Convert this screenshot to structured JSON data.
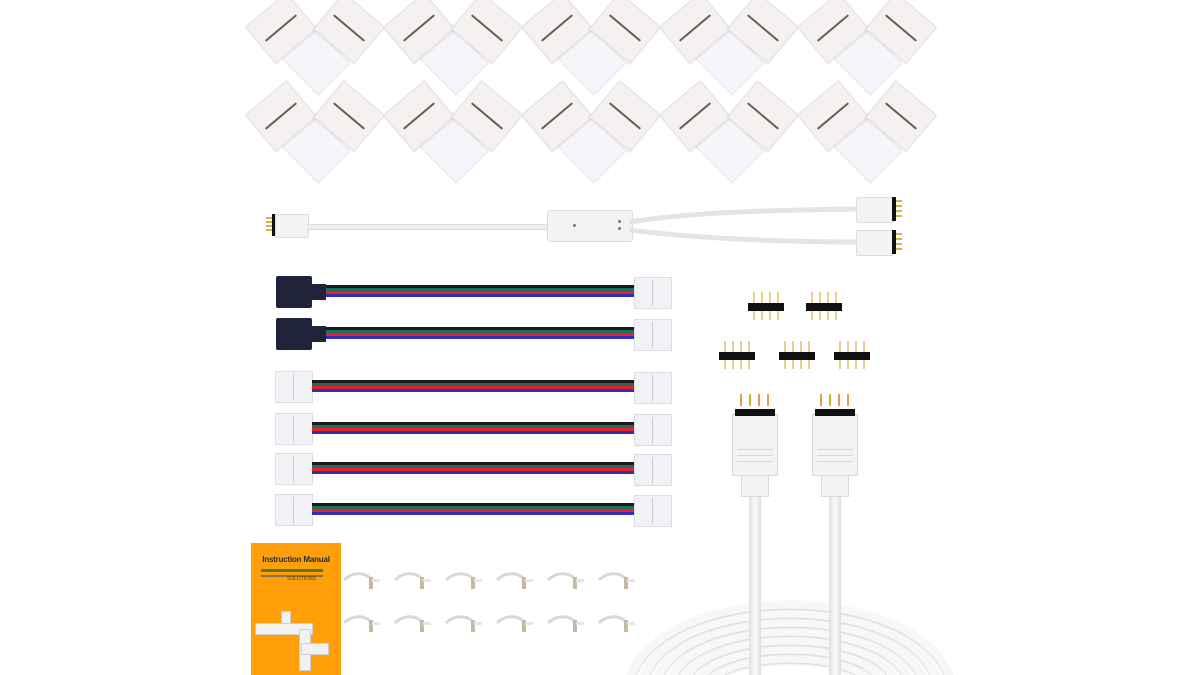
{
  "image": {
    "description": "Product photo of an RGB LED strip connector kit on white background",
    "background_color": "#ffffff"
  },
  "items": {
    "l_connectors": {
      "count": 10,
      "rows": 2,
      "per_row": 5,
      "color": "#f4f1f0"
    },
    "y_splitter": {
      "count": 1,
      "outputs": 2,
      "color": "#eeeeee"
    },
    "rgb_cables_female_to_clip": {
      "count": 2,
      "plug_color": "#20243a",
      "wire_colors": [
        "#1a1a1a",
        "#1f6b5c",
        "#e2242a",
        "#2d2fb0"
      ]
    },
    "rgb_cables_clip_to_clip": {
      "count": 4,
      "wire_colors": [
        "#1a1a1a",
        "#1f6b5c",
        "#e2242a",
        "#2d2fb0"
      ]
    },
    "pin_headers": {
      "count": 5,
      "pins_each": 4,
      "pin_color": "#eccf8a"
    },
    "extension_cable": {
      "count": 1,
      "ends": 2,
      "color": "#f3f3f3"
    },
    "mounting_clips": {
      "count": 12,
      "rows": 2,
      "per_row": 6
    },
    "instruction_manual": {
      "title": "Instruction Manual",
      "subtitle": "SOLUTIONS",
      "cover_color": "#ff9f0a"
    }
  }
}
